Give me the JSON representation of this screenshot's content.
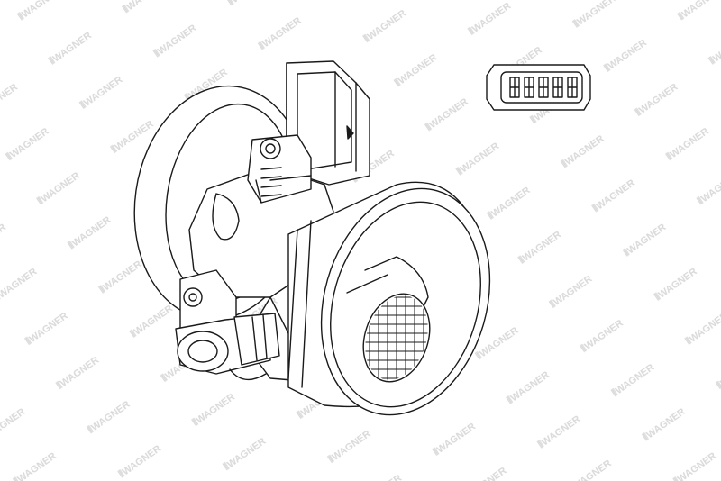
{
  "watermark": {
    "text": "WAGNER",
    "color": "#d9d9d9"
  },
  "illustration": {
    "subject": "mass-air-flow-sensor-line-drawing",
    "stroke_color": "#1a1a1a",
    "fill_color": "#ffffff"
  },
  "connector_detail": {
    "subject": "connector-pinout-view",
    "pin_count": 5
  }
}
